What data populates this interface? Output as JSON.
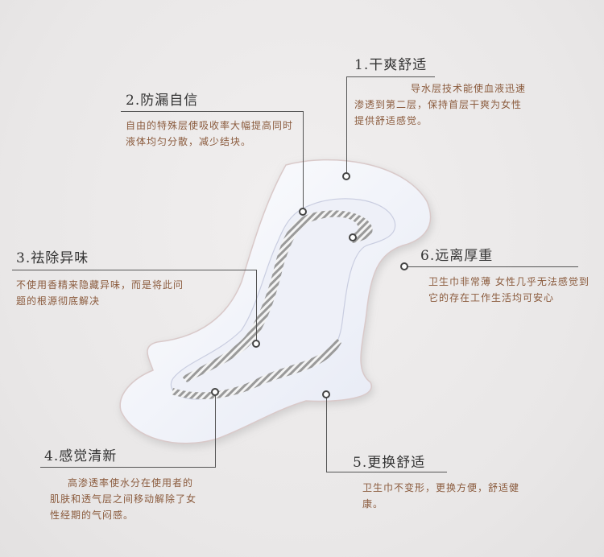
{
  "features": [
    {
      "title": "1.干爽舒适",
      "desc": "导水层技术能使血液迅速渗透到第二层，保持首层干爽为女性提供舒适感觉。"
    },
    {
      "title": "2.防漏自信",
      "desc": "自由的特殊层使吸收率大幅提高同时液体均匀分散，减少结块。"
    },
    {
      "title": "3.祛除异味",
      "desc": "不使用香精来隐藏异味，而是将此问题的根源彻底解决"
    },
    {
      "title": "4.感觉清新",
      "desc": "高渗透率使水分在使用者的肌肤和透气层之间移动解除了女性经期的气闷感。"
    },
    {
      "title": "5.更换舒适",
      "desc": "卫生巾不变形，更换方便，舒适健康。"
    },
    {
      "title": "6.远离厚重",
      "desc": "卫生巾非常薄 女性几乎无法感觉到它的存在工作生活均可安心"
    }
  ]
}
